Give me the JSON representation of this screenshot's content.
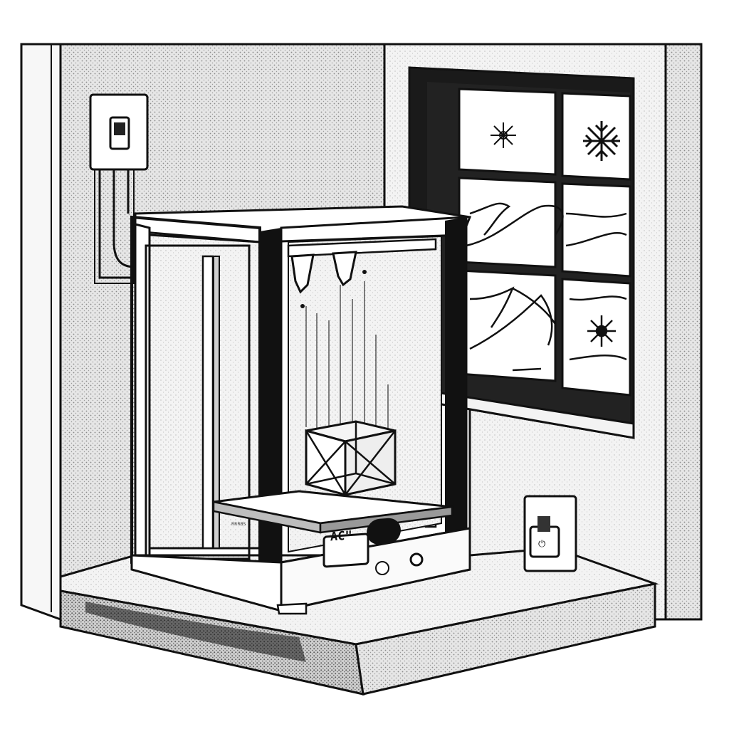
{
  "scene": {
    "description_tags": [
      "3d-printer",
      "room-corner",
      "winter-window",
      "wall-switch",
      "wall-socket"
    ],
    "printer": {
      "display_text": "AC\"",
      "bed_plate_text": "RRRBS"
    },
    "colors": {
      "ink": "#111111",
      "wall": "#dcdcdc",
      "wall_light": "#ececec",
      "floor": "#f2f2f2",
      "glass": "#ffffff",
      "frame": "#ffffff"
    }
  }
}
